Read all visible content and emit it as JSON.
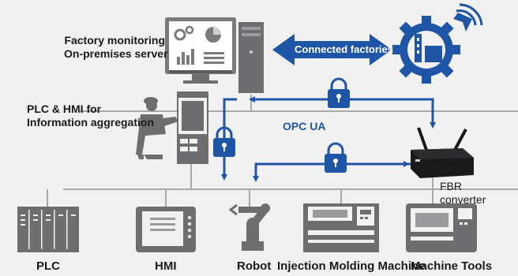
{
  "server_label": {
    "line1": "Factory monitoring",
    "line2": "On-premises server"
  },
  "plc_hmi_label": {
    "line1": "PLC & HMI for",
    "line2": "Information aggregation"
  },
  "connected_label": "Connected factories",
  "opc_label": "OPC UA",
  "fbr_label": {
    "line1": "FBR",
    "line2": "converter"
  },
  "devices": {
    "plc": "PLC",
    "hmi": "HMI",
    "robot": "Robot",
    "injection": "Injection Molding Machine",
    "machine_tools": "Machine Tools"
  },
  "colors": {
    "blue": "#1f55a6",
    "gray": "#6e6e70",
    "light_gray": "#a8a8aa",
    "background": "#f1f1f2"
  },
  "icons": [
    "monitor-dashboard-icon",
    "server-tower-icon",
    "factory-gear-icon",
    "worker-control-panel-icon",
    "lock-icon",
    "router-icon",
    "plc-rack-icon",
    "hmi-panel-icon",
    "robot-arm-icon",
    "injection-molding-machine-icon",
    "machine-tool-icon"
  ]
}
